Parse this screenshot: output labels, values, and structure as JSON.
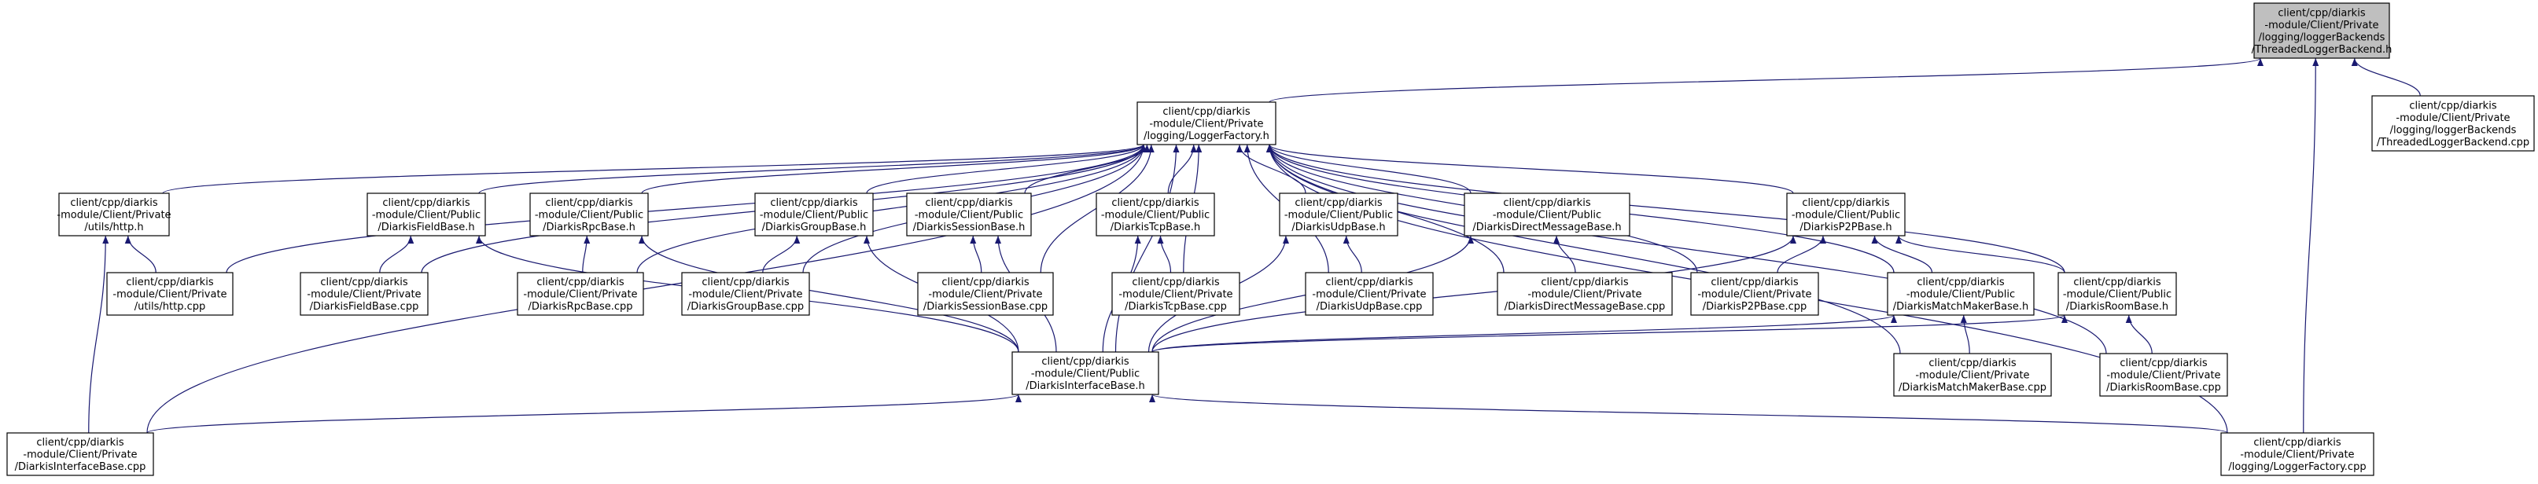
{
  "colors": {
    "edge": "#191970",
    "root_fill": "#bfbfbf",
    "node_fill": "#ffffff",
    "border": "#000000"
  },
  "nodes": [
    {
      "id": "tlb_h",
      "root": true,
      "lines": [
        "client/cpp/diarkis",
        "-module/Client/Private",
        "/logging/loggerBackends",
        "/ThreadedLoggerBackend.h"
      ]
    },
    {
      "id": "tlb_cpp",
      "lines": [
        "client/cpp/diarkis",
        "-module/Client/Private",
        "/logging/loggerBackends",
        "/ThreadedLoggerBackend.cpp"
      ]
    },
    {
      "id": "lf_h",
      "lines": [
        "client/cpp/diarkis",
        "-module/Client/Private",
        "/logging/LoggerFactory.h"
      ]
    },
    {
      "id": "http_h",
      "lines": [
        "client/cpp/diarkis",
        "-module/Client/Private",
        "/utils/http.h"
      ]
    },
    {
      "id": "field_h",
      "lines": [
        "client/cpp/diarkis",
        "-module/Client/Public",
        "/DiarkisFieldBase.h"
      ]
    },
    {
      "id": "rpc_h",
      "lines": [
        "client/cpp/diarkis",
        "-module/Client/Public",
        "/DiarkisRpcBase.h"
      ]
    },
    {
      "id": "group_h",
      "lines": [
        "client/cpp/diarkis",
        "-module/Client/Public",
        "/DiarkisGroupBase.h"
      ]
    },
    {
      "id": "session_h",
      "lines": [
        "client/cpp/diarkis",
        "-module/Client/Public",
        "/DiarkisSessionBase.h"
      ]
    },
    {
      "id": "tcp_h",
      "lines": [
        "client/cpp/diarkis",
        "-module/Client/Public",
        "/DiarkisTcpBase.h"
      ]
    },
    {
      "id": "udp_h",
      "lines": [
        "client/cpp/diarkis",
        "-module/Client/Public",
        "/DiarkisUdpBase.h"
      ]
    },
    {
      "id": "dm_h",
      "lines": [
        "client/cpp/diarkis",
        "-module/Client/Public",
        "/DiarkisDirectMessageBase.h"
      ]
    },
    {
      "id": "p2p_h",
      "lines": [
        "client/cpp/diarkis",
        "-module/Client/Public",
        "/DiarkisP2PBase.h"
      ]
    },
    {
      "id": "http_cpp",
      "lines": [
        "client/cpp/diarkis",
        "-module/Client/Private",
        "/utils/http.cpp"
      ]
    },
    {
      "id": "field_cpp",
      "lines": [
        "client/cpp/diarkis",
        "-module/Client/Private",
        "/DiarkisFieldBase.cpp"
      ]
    },
    {
      "id": "rpc_cpp",
      "lines": [
        "client/cpp/diarkis",
        "-module/Client/Private",
        "/DiarkisRpcBase.cpp"
      ]
    },
    {
      "id": "group_cpp",
      "lines": [
        "client/cpp/diarkis",
        "-module/Client/Private",
        "/DiarkisGroupBase.cpp"
      ]
    },
    {
      "id": "session_cpp",
      "lines": [
        "client/cpp/diarkis",
        "-module/Client/Private",
        "/DiarkisSessionBase.cpp"
      ]
    },
    {
      "id": "tcp_cpp",
      "lines": [
        "client/cpp/diarkis",
        "-module/Client/Private",
        "/DiarkisTcpBase.cpp"
      ]
    },
    {
      "id": "udp_cpp",
      "lines": [
        "client/cpp/diarkis",
        "-module/Client/Private",
        "/DiarkisUdpBase.cpp"
      ]
    },
    {
      "id": "dm_cpp",
      "lines": [
        "client/cpp/diarkis",
        "-module/Client/Private",
        "/DiarkisDirectMessageBase.cpp"
      ]
    },
    {
      "id": "p2p_cpp",
      "lines": [
        "client/cpp/diarkis",
        "-module/Client/Private",
        "/DiarkisP2PBase.cpp"
      ]
    },
    {
      "id": "mm_h",
      "lines": [
        "client/cpp/diarkis",
        "-module/Client/Public",
        "/DiarkisMatchMakerBase.h"
      ]
    },
    {
      "id": "room_h",
      "lines": [
        "client/cpp/diarkis",
        "-module/Client/Public",
        "/DiarkisRoomBase.h"
      ]
    },
    {
      "id": "iface_h",
      "lines": [
        "client/cpp/diarkis",
        "-module/Client/Public",
        "/DiarkisInterfaceBase.h"
      ]
    },
    {
      "id": "mm_cpp",
      "lines": [
        "client/cpp/diarkis",
        "-module/Client/Private",
        "/DiarkisMatchMakerBase.cpp"
      ]
    },
    {
      "id": "room_cpp",
      "lines": [
        "client/cpp/diarkis",
        "-module/Client/Private",
        "/DiarkisRoomBase.cpp"
      ]
    },
    {
      "id": "iface_cpp",
      "lines": [
        "client/cpp/diarkis",
        "-module/Client/Private",
        "/DiarkisInterfaceBase.cpp"
      ]
    },
    {
      "id": "lf_cpp",
      "lines": [
        "client/cpp/diarkis",
        "-module/Client/Private",
        "/logging/LoggerFactory.cpp"
      ]
    }
  ],
  "edges": [
    [
      "tlb_cpp",
      "tlb_h"
    ],
    [
      "lf_h",
      "tlb_h"
    ],
    [
      "lf_cpp",
      "tlb_h"
    ],
    [
      "http_h",
      "lf_h"
    ],
    [
      "http_cpp",
      "lf_h"
    ],
    [
      "field_h",
      "lf_h"
    ],
    [
      "field_cpp",
      "lf_h"
    ],
    [
      "rpc_h",
      "lf_h"
    ],
    [
      "rpc_cpp",
      "lf_h"
    ],
    [
      "group_h",
      "lf_h"
    ],
    [
      "group_cpp",
      "lf_h"
    ],
    [
      "session_h",
      "lf_h"
    ],
    [
      "session_cpp",
      "lf_h"
    ],
    [
      "tcp_h",
      "lf_h"
    ],
    [
      "tcp_cpp",
      "lf_h"
    ],
    [
      "udp_h",
      "lf_h"
    ],
    [
      "udp_cpp",
      "lf_h"
    ],
    [
      "dm_h",
      "lf_h"
    ],
    [
      "dm_cpp",
      "lf_h"
    ],
    [
      "p2p_h",
      "lf_h"
    ],
    [
      "p2p_cpp",
      "lf_h"
    ],
    [
      "mm_h",
      "lf_h"
    ],
    [
      "room_h",
      "lf_h"
    ],
    [
      "mm_cpp",
      "lf_h"
    ],
    [
      "room_cpp",
      "lf_h"
    ],
    [
      "iface_h",
      "lf_h"
    ],
    [
      "iface_cpp",
      "lf_h"
    ],
    [
      "lf_cpp",
      "lf_h"
    ],
    [
      "http_cpp",
      "http_h"
    ],
    [
      "iface_cpp",
      "http_h"
    ],
    [
      "field_cpp",
      "field_h"
    ],
    [
      "iface_h",
      "field_h"
    ],
    [
      "rpc_cpp",
      "rpc_h"
    ],
    [
      "iface_h",
      "rpc_h"
    ],
    [
      "group_cpp",
      "group_h"
    ],
    [
      "iface_h",
      "group_h"
    ],
    [
      "session_cpp",
      "session_h"
    ],
    [
      "iface_h",
      "session_h"
    ],
    [
      "tcp_cpp",
      "tcp_h"
    ],
    [
      "iface_h",
      "tcp_h"
    ],
    [
      "udp_cpp",
      "udp_h"
    ],
    [
      "iface_h",
      "udp_h"
    ],
    [
      "dm_cpp",
      "dm_h"
    ],
    [
      "iface_h",
      "dm_h"
    ],
    [
      "p2p_cpp",
      "p2p_h"
    ],
    [
      "mm_h",
      "p2p_h"
    ],
    [
      "room_h",
      "p2p_h"
    ],
    [
      "iface_h",
      "p2p_h"
    ],
    [
      "iface_h",
      "mm_h"
    ],
    [
      "mm_cpp",
      "mm_h"
    ],
    [
      "iface_h",
      "room_h"
    ],
    [
      "room_cpp",
      "room_h"
    ],
    [
      "iface_cpp",
      "iface_h"
    ],
    [
      "lf_cpp",
      "iface_h"
    ]
  ]
}
